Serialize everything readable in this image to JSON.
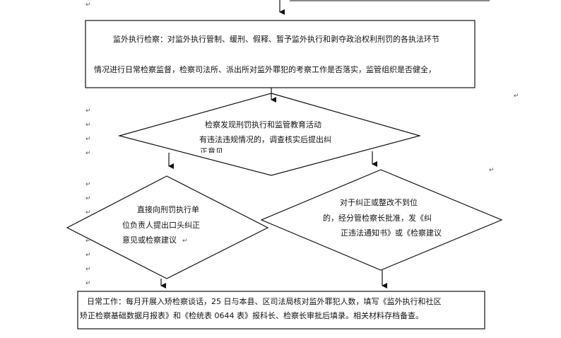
{
  "top_box": {
    "line1": "监外执行检察：对监外执行管制、缓刑、假释、暂予监外执行和剥夺政治权利刑罚的各执法环节",
    "line2": "情况进行日常检察监督，检察司法所、派出所对监外罪犯的考察工作是否落实，监管组织是否健全，"
  },
  "decision": {
    "line1": "检察发现刑罚执行和监管教育活动",
    "line2": "有违法违规情况的，调查核实后提出纠",
    "line3": "正意见"
  },
  "left_diamond": {
    "line1": "直接向刑罚执行单",
    "line2": "位负责人提出口头纠正",
    "line3": "意见或检察建议"
  },
  "right_diamond": {
    "line1": "对于纠正或整改不到位",
    "line2": "的，经分管检察长批准，发《纠",
    "line3": "正违法通知书》或《检察建议"
  },
  "bottom_box": {
    "line1": "日常工作：每月开展入矫检察谈话，25 日与本县、区司法局核对监外罪犯人数，填写《监外执行和社区",
    "line2": "矫正检察基础数据月报表》和《检统表 0644 表》报科长、检察长审批后填录。相关材料存档备查。"
  },
  "paragraph_mark": "↵"
}
